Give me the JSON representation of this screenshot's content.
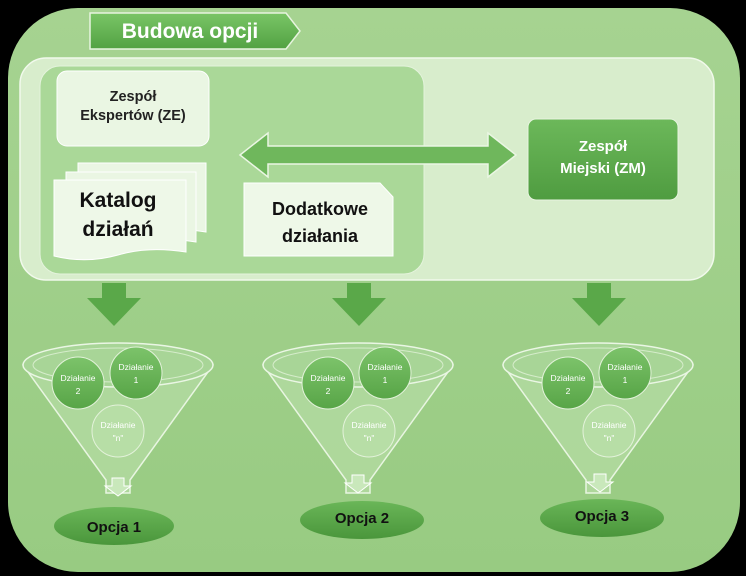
{
  "title": "Budowa opcji",
  "ze": {
    "line1": "Zespół",
    "line2": "Ekspertów (ZE)"
  },
  "catalog": {
    "line1": "Katalog",
    "line2": "działań"
  },
  "extra": {
    "line1": "Dodatkowe",
    "line2": "działania"
  },
  "zm": {
    "line1": "Zespół",
    "line2": "Miejski (ZM)"
  },
  "funnels": [
    {
      "d1a": "Działanie",
      "d1b": "1",
      "d2a": "Działanie",
      "d2b": "2",
      "dna": "Działanie",
      "dnb": "\"n\"",
      "option": "Opcja 1"
    },
    {
      "d1a": "Działanie",
      "d1b": "1",
      "d2a": "Działanie",
      "d2b": "2",
      "dna": "Działanie",
      "dnb": "\"n\"",
      "option": "Opcja 2"
    },
    {
      "d1a": "Działanie",
      "d1b": "1",
      "d2a": "Działanie",
      "d2b": "2",
      "dna": "Działanie",
      "dnb": "\"n\"",
      "option": "Opcja 3"
    }
  ],
  "colors": {
    "background": "#9fd08b",
    "accent": "#5aa94a",
    "dark": "#4e9a3f"
  }
}
